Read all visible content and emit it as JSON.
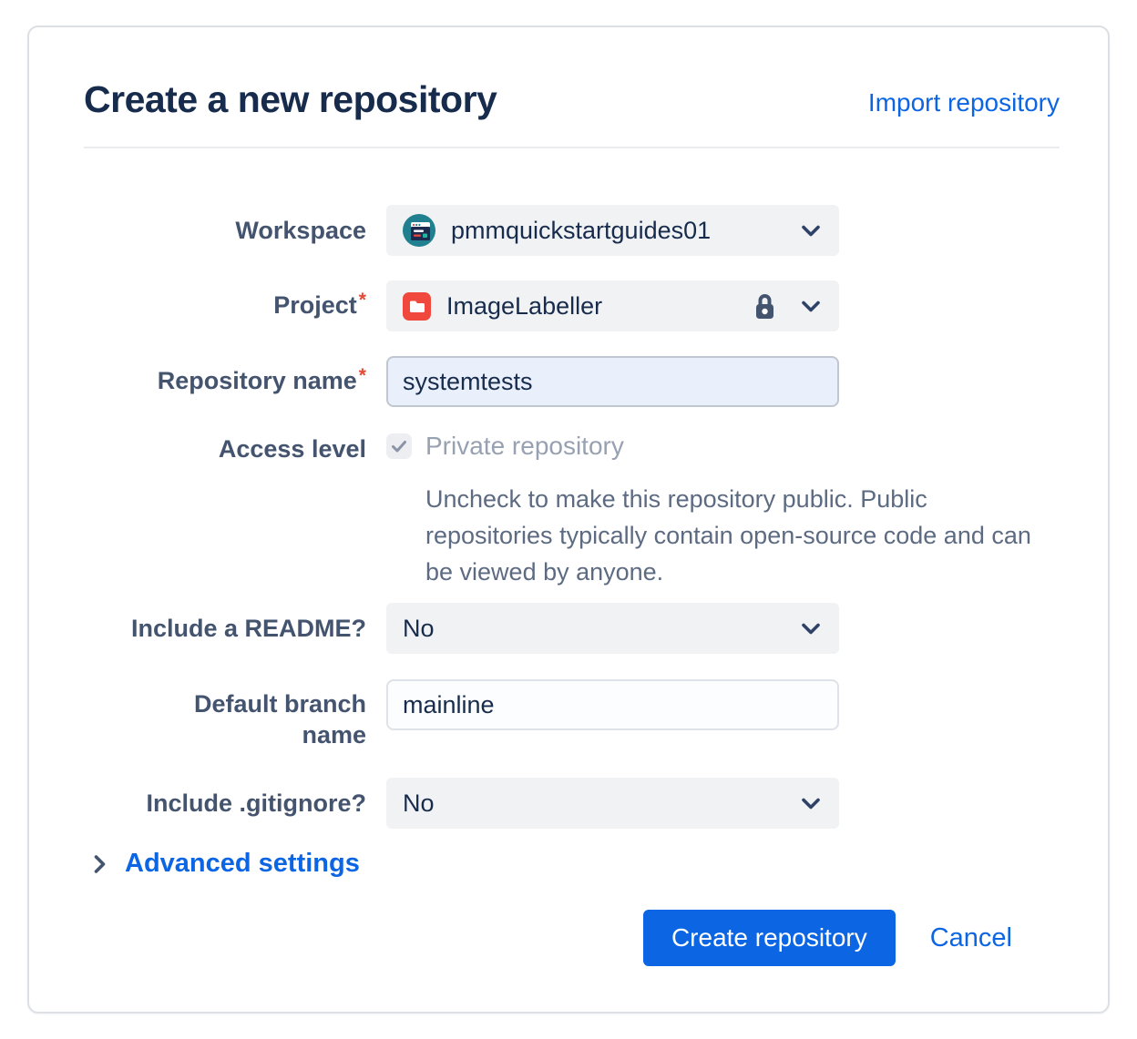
{
  "dialog": {
    "title": "Create a new repository",
    "import_link": "Import repository"
  },
  "form": {
    "workspace": {
      "label": "Workspace",
      "value": "pmmquickstartguides01"
    },
    "project": {
      "label": "Project",
      "required": "*",
      "value": "ImageLabeller",
      "locked": true
    },
    "repository_name": {
      "label": "Repository name",
      "required": "*",
      "value": "systemtests"
    },
    "access_level": {
      "label": "Access level",
      "checkbox_label": "Private repository",
      "checked": true,
      "disabled": true,
      "help_text": "Uncheck to make this repository public. Public repositories typically contain open-source code and can be viewed by anyone."
    },
    "include_readme": {
      "label": "Include a README?",
      "value": "No"
    },
    "default_branch": {
      "label": "Default branch name",
      "value": "mainline"
    },
    "include_gitignore": {
      "label": "Include .gitignore?",
      "value": "No"
    }
  },
  "advanced_settings": {
    "label": "Advanced settings"
  },
  "actions": {
    "create_label": "Create repository",
    "cancel_label": "Cancel"
  },
  "icons": {
    "workspace-avatar-icon": "teal circle with browser window",
    "project-folder-icon": "red rounded square with white folder",
    "lock-icon": "padlock",
    "chevron-down-icon": "v chevron",
    "chevron-right-icon": "> chevron",
    "check-icon": "checkmark"
  },
  "colors": {
    "page_bg": "#FFFFFF",
    "card_border": "#DCDFE4",
    "divider": "#EBECF0",
    "title_text": "#172B4D",
    "label_text": "#44546F",
    "muted_text": "#5D6B82",
    "disabled_text": "#97A1B1",
    "accent": "#0C66E4",
    "danger": "#E34935",
    "field_bg": "#F1F2F4",
    "checkbox_bg": "#EDEEF2",
    "input_highlight_bg": "#E9F0FC",
    "input_highlight_border": "#C1C7D0",
    "input_border": "#DFE2E8",
    "avatar_teal": "#21808F",
    "folder_red": "#F0483C",
    "icon_slate": "#44546F",
    "chevron_navy": "#2E4166"
  }
}
